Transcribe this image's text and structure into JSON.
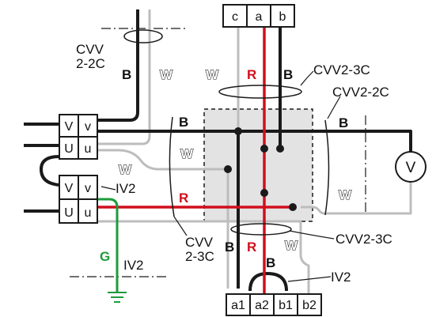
{
  "colors": {
    "black_wire": "#1a1a1a",
    "white_wire": "#bdbdbd",
    "red_wire": "#d10f1c",
    "green_wire": "#1e9b3b",
    "junction_box_fill": "#e3e3e3"
  },
  "top_terminal": {
    "labels": [
      "c",
      "a",
      "b"
    ]
  },
  "bottom_terminal": {
    "labels": [
      "a1",
      "a2",
      "b1",
      "b2"
    ]
  },
  "left_block_top": {
    "rows": [
      [
        "V",
        "v"
      ],
      [
        "U",
        "u"
      ]
    ]
  },
  "left_block_bottom": {
    "rows": [
      [
        "V",
        "v"
      ],
      [
        "U",
        "u"
      ]
    ]
  },
  "cables": {
    "top_left": [
      "CVV",
      "2-2C"
    ],
    "top_right_3c": "CVV2-3C",
    "right_2c": "CVV2-2C",
    "bottom_left": [
      "CVV",
      "2-3C"
    ],
    "bottom_right_3c": "CVV2-3C",
    "iv2_left": "IV2",
    "iv2_ground": "IV2",
    "iv2_bottom": "IV2"
  },
  "wire_labels": {
    "b": "B",
    "w": "W",
    "r": "R",
    "g": "G"
  },
  "meter": {
    "label": "V"
  }
}
